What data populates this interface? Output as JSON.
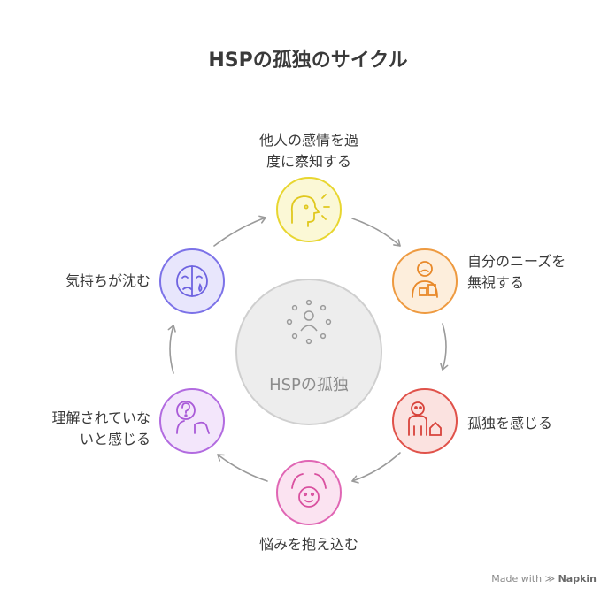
{
  "title": "HSPの孤独のサイクル",
  "center": {
    "label": "HSPの孤独",
    "icon": "group-of-people-icon"
  },
  "steps": [
    {
      "label_lines": [
        "他人の感情を過",
        "度に察知する"
      ],
      "icon": "head-sensing-icon",
      "color": "#E8D630",
      "fill": "#FBF8D6"
    },
    {
      "label_lines": [
        "自分のニーズを",
        "無視する"
      ],
      "icon": "person-with-boxes-icon",
      "color": "#EE9A40",
      "fill": "#FDEEDC"
    },
    {
      "label_lines": [
        "孤独を感じる"
      ],
      "icon": "person-alone-house-icon",
      "color": "#E0524A",
      "fill": "#FBE2E0"
    },
    {
      "label_lines": [
        "悩みを抱え込む"
      ],
      "icon": "hands-holding-face-icon",
      "color": "#E066B4",
      "fill": "#FBE3F1"
    },
    {
      "label_lines": [
        "理解されていな",
        "いと感じる"
      ],
      "icon": "head-question-icon",
      "color": "#B26BE0",
      "fill": "#F3E6FB"
    },
    {
      "label_lines": [
        "気持ちが沈む"
      ],
      "icon": "sad-face-icon",
      "color": "#7C72E8",
      "fill": "#E8E6FC"
    }
  ],
  "watermark": {
    "prefix": "Made with",
    "brand": "Napkin"
  }
}
